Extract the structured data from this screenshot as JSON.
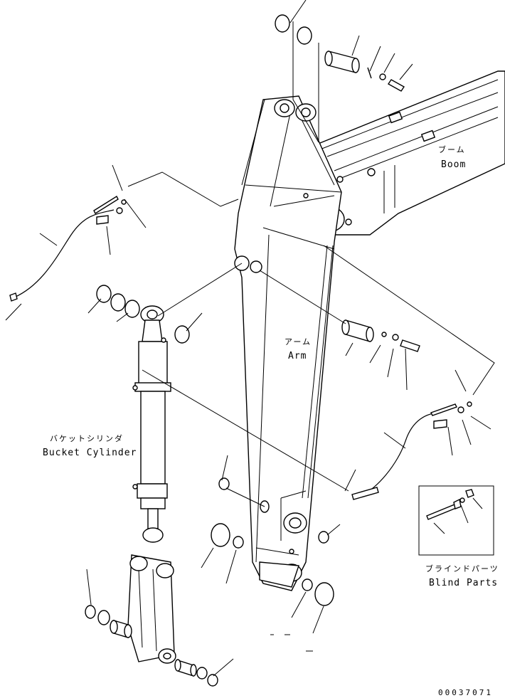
{
  "labels": {
    "boom_jp": "ブーム",
    "boom_en": "Boom",
    "arm_jp": "アーム",
    "arm_en": "Arm",
    "bucket_cylinder_jp": "バケットシリンダ",
    "bucket_cylinder_en": "Bucket Cylinder",
    "blind_parts_jp": "ブラインドパーツ",
    "blind_parts_en": "Blind Parts"
  },
  "drawing_code": "00037071"
}
